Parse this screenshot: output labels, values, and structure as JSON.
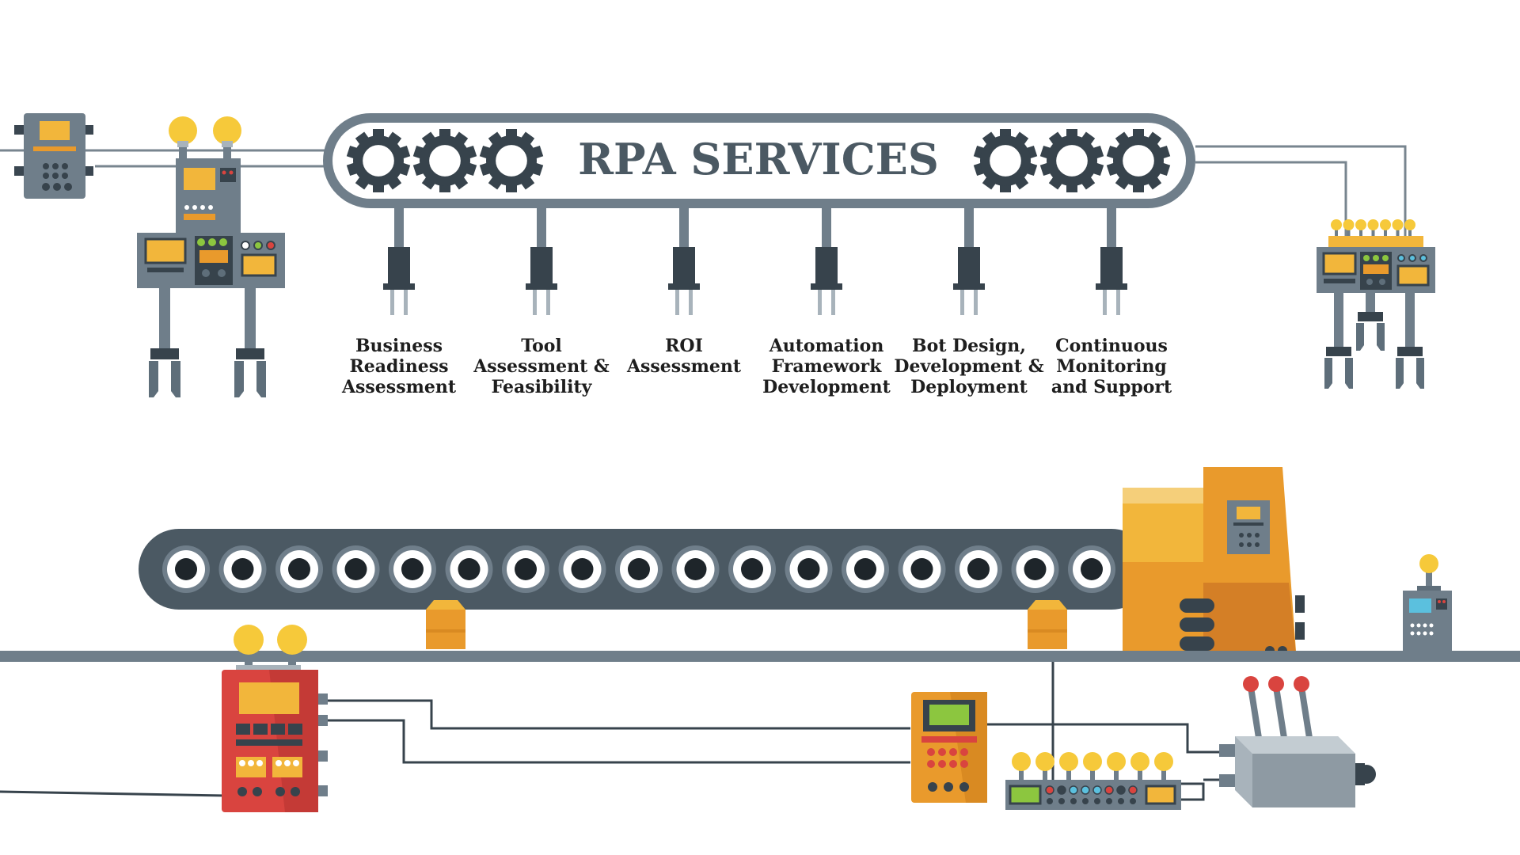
{
  "title": "RPA SERVICES",
  "services": [
    {
      "label": "Business Readiness Assessment"
    },
    {
      "label": "Tool Assessment & Feasibility"
    },
    {
      "label": "ROI Assessment"
    },
    {
      "label": "Automation Framework Development"
    },
    {
      "label": "Bot Design, Development & Deployment"
    },
    {
      "label": "Continuous Monitoring and Support"
    }
  ],
  "colors": {
    "slate": "#5e6e7a",
    "dark": "#37434c",
    "orange": "#e99a2c",
    "amber": "#f2b63b",
    "red": "#d9443f",
    "bulb": "#f6c93a",
    "screen_green": "#8cc63f",
    "screen_blue": "#5bc0de"
  }
}
